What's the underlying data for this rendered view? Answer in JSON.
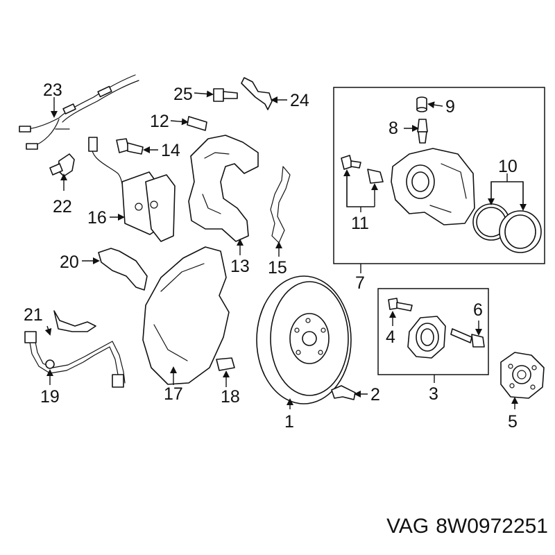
{
  "callouts": {
    "c1": "1",
    "c2": "2",
    "c3": "3",
    "c4": "4",
    "c5": "5",
    "c6": "6",
    "c7": "7",
    "c8": "8",
    "c9": "9",
    "c10": "10",
    "c11": "11",
    "c12": "12",
    "c13": "13",
    "c14": "14",
    "c15": "15",
    "c16": "16",
    "c17": "17",
    "c18": "18",
    "c19": "19",
    "c20": "20",
    "c21": "21",
    "c22": "22",
    "c23": "23",
    "c24": "24",
    "c25": "25"
  },
  "caption": {
    "brand": "VAG",
    "part_number": "8W0972251"
  }
}
